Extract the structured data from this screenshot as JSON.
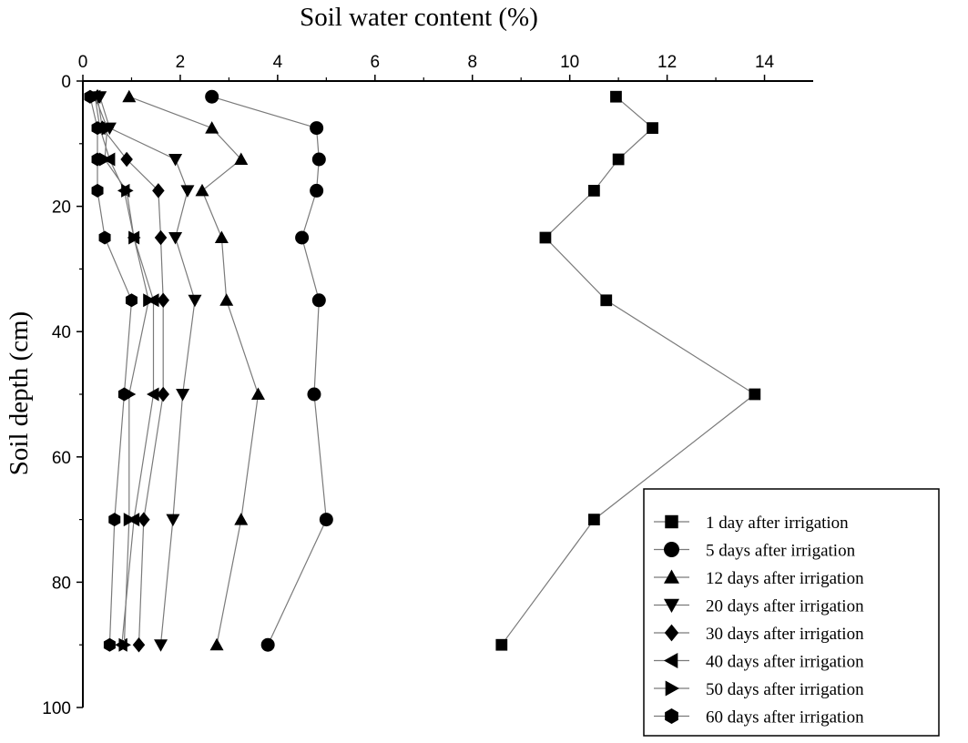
{
  "chart_data": {
    "type": "scatter",
    "title": "",
    "xlabel": "Soil water content (%)",
    "ylabel": "Soil depth (cm)",
    "xlim": [
      0,
      15
    ],
    "ylim": [
      100,
      0
    ],
    "x_axis_position": "top",
    "y_inverted": true,
    "grid": false,
    "legend_position": "bottom-right",
    "x_ticks": [
      0,
      2,
      4,
      6,
      8,
      10,
      12,
      14
    ],
    "x_minor_ticks": [
      1,
      3,
      5,
      7,
      9,
      11,
      13
    ],
    "y_ticks": [
      0,
      20,
      40,
      60,
      80,
      100
    ],
    "y_minor_ticks": [
      10,
      30,
      50,
      70,
      90
    ],
    "depths": [
      2.5,
      7.5,
      12.5,
      17.5,
      25,
      35,
      50,
      70,
      90
    ],
    "series": [
      {
        "name": "1 day after irrigation",
        "marker": "square",
        "x": [
          10.95,
          11.7,
          11.0,
          10.5,
          9.5,
          10.75,
          13.8,
          10.5,
          8.6
        ]
      },
      {
        "name": "5 days after irrigation",
        "marker": "circle",
        "x": [
          2.65,
          4.8,
          4.85,
          4.8,
          4.5,
          4.85,
          4.75,
          5.0,
          3.8
        ]
      },
      {
        "name": "12 days after irrigation",
        "marker": "triangle-up",
        "x": [
          0.95,
          2.65,
          3.25,
          2.45,
          2.85,
          2.95,
          3.6,
          3.25,
          2.75
        ]
      },
      {
        "name": "20 days after irrigation",
        "marker": "triangle-down",
        "x": [
          0.35,
          0.55,
          1.9,
          2.15,
          1.9,
          2.3,
          2.05,
          1.85,
          1.6
        ]
      },
      {
        "name": "30 days after irrigation",
        "marker": "diamond",
        "x": [
          0.3,
          0.4,
          0.9,
          1.55,
          1.6,
          1.65,
          1.65,
          1.25,
          1.15
        ]
      },
      {
        "name": "40 days after irrigation",
        "marker": "triangle-left",
        "x": [
          0.25,
          0.35,
          0.55,
          0.85,
          1.05,
          1.45,
          1.45,
          1.05,
          0.8
        ]
      },
      {
        "name": "50 days after irrigation",
        "marker": "triangle-right",
        "x": [
          0.25,
          0.5,
          0.45,
          0.9,
          1.05,
          1.35,
          0.95,
          0.95,
          0.85
        ]
      },
      {
        "name": "60 days after irrigation",
        "marker": "hexagon",
        "x": [
          0.15,
          0.3,
          0.3,
          0.3,
          0.45,
          1.0,
          0.85,
          0.65,
          0.55
        ]
      }
    ]
  }
}
